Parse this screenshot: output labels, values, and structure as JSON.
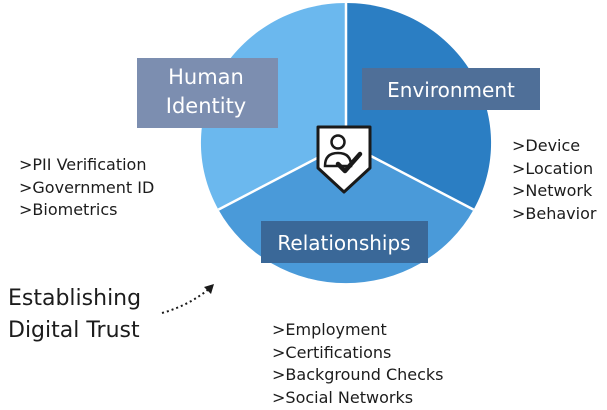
{
  "diagram": {
    "colors": {
      "human_identity": "#6bb8ee",
      "environment": "#2b7ec3",
      "relationships": "#4a9ad9",
      "divider": "#ffffff",
      "label_box_light": "#7c8eb0",
      "label_box_dark": "#4f6f98",
      "label_box_mid": "#3a6898",
      "label_text": "#ffffff",
      "icon_badge": "#ffffff",
      "icon_stroke": "#1a1a1a"
    },
    "segments": [
      {
        "label": "Human\nIdentity",
        "label_lines": [
          "Human",
          "Identity"
        ]
      },
      {
        "label": "Environment",
        "label_lines": [
          "Environment"
        ]
      },
      {
        "label": "Relationships",
        "label_lines": [
          "Relationships"
        ]
      }
    ],
    "center_icon": "shield-user-check-icon",
    "lists": {
      "human_identity": [
        ">PII Verification",
        ">Government ID",
        ">Biometrics"
      ],
      "environment": [
        ">Device",
        ">Location",
        ">Network",
        ">Behavior"
      ],
      "relationships": [
        ">Employment",
        ">Certifications",
        ">Background Checks",
        ">Social Networks"
      ]
    },
    "caption": {
      "line1": "Establishing",
      "line2": "Digital Trust",
      "arrow_icon": "dotted-curved-arrow-icon"
    }
  }
}
